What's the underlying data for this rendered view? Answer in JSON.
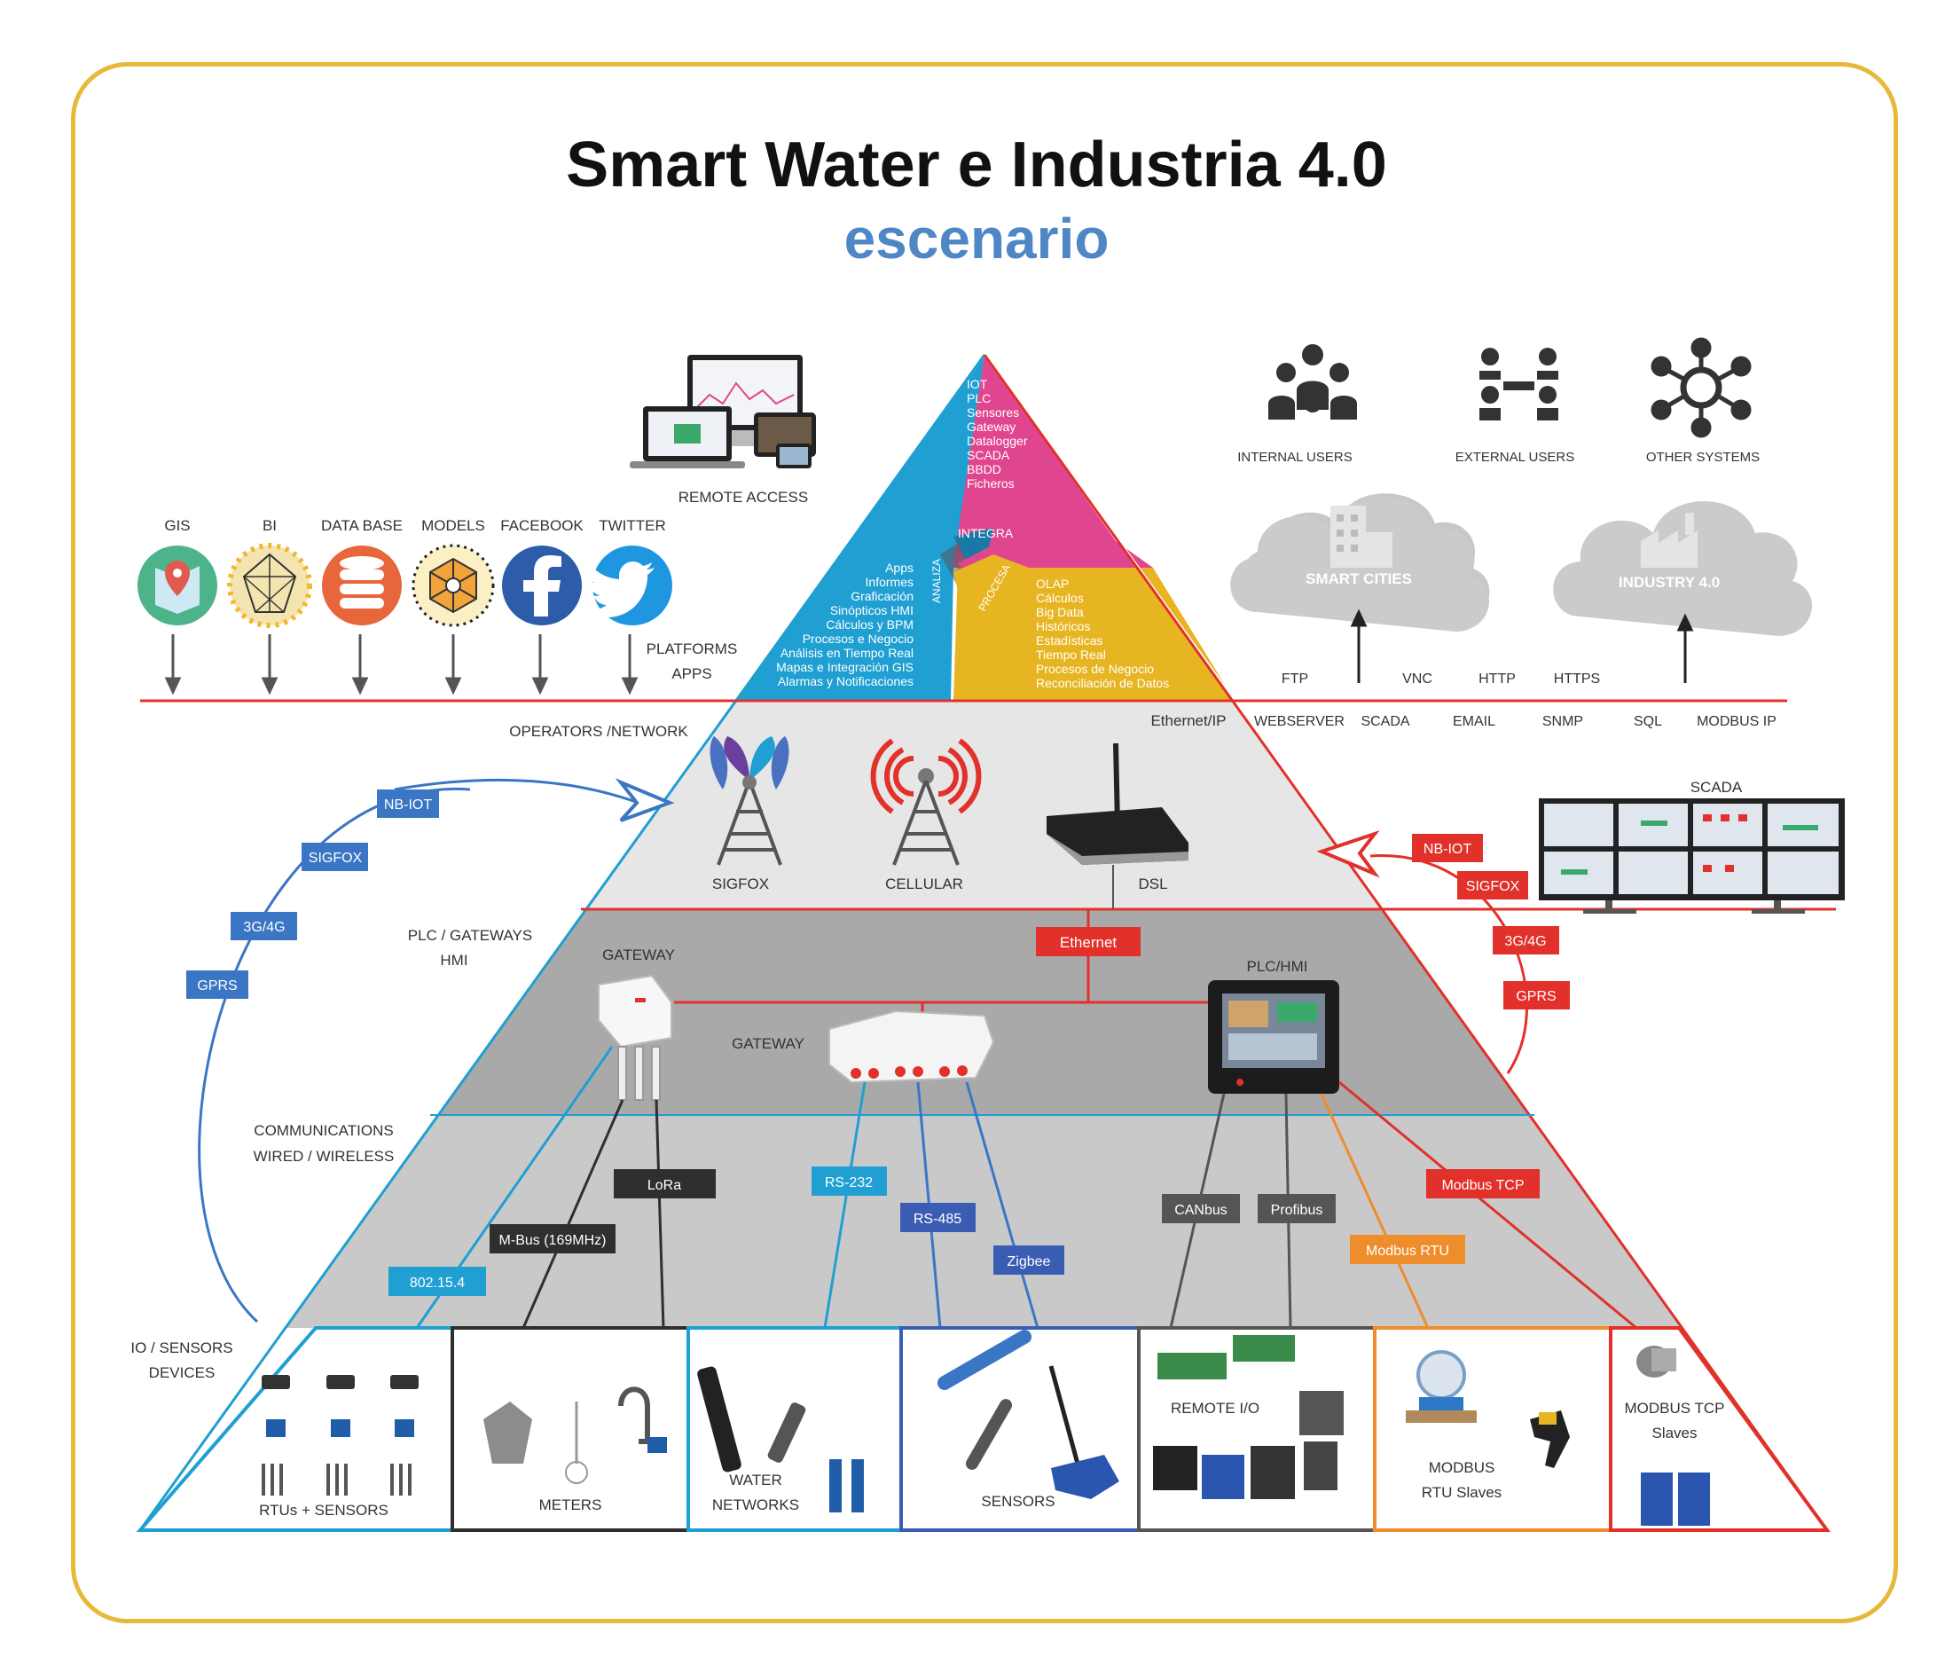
{
  "header": {
    "title": "Smart Water e Industria 4.0",
    "subtitle": "escenario"
  },
  "colors": {
    "frame": "#e7b93a",
    "cyan": "#1f9fd2",
    "magenta": "#e0468f",
    "yellow": "#e7b521",
    "red": "#e1312a",
    "blue": "#3a76c4",
    "dark": "#2f2f2f",
    "orange": "#ee8d2b"
  },
  "top": {
    "remote_access": "REMOTE ACCESS",
    "platforms": [
      "GIS",
      "BI",
      "DATA BASE",
      "MODELS",
      "FACEBOOK",
      "TWITTER"
    ],
    "platforms_apps_1": "PLATFORMS",
    "platforms_apps_2": "APPS",
    "users": [
      "INTERNAL USERS",
      "EXTERNAL USERS",
      "OTHER SYSTEMS"
    ],
    "clouds": [
      "SMART CITIES",
      "INDUSTRY 4.0"
    ],
    "protocols_top": [
      "FTP",
      "VNC",
      "HTTP",
      "HTTPS"
    ],
    "protocols_bottom": [
      "WEBSERVER",
      "SCADA",
      "EMAIL",
      "SNMP",
      "SQL",
      "MODBUS IP"
    ]
  },
  "pyramid": {
    "magenta_items": [
      "IOT",
      "PLC",
      "Sensores",
      "Gateway",
      "Datalogger",
      "SCADA",
      "BBDD",
      "Ficheros"
    ],
    "integra": "INTEGRA",
    "analiza": "ANALIZA",
    "procesa": "PROCESA",
    "cyan_items": [
      "Apps",
      "Informes",
      "Graficación",
      "Sinópticos HMI",
      "Cálculos y BPM",
      "Procesos e Negocio",
      "Análisis en Tiempo Real",
      "Mapas e Integración GIS",
      "Alarmas y Notificaciones"
    ],
    "yellow_items": [
      "OLAP",
      "Cálculos",
      "Big Data",
      "Históricos",
      "Estadísticas",
      "Tiempo Real",
      "Procesos de Negocio",
      "Reconciliación de Datos"
    ]
  },
  "network": {
    "label": "OPERATORS /NETWORK",
    "ethernet_ip": "Ethernet/IP",
    "towers": [
      "SIGFOX",
      "CELLULAR",
      "DSL"
    ],
    "left_links": [
      "NB-IOT",
      "SIGFOX",
      "3G/4G",
      "GPRS"
    ],
    "right_links": [
      "NB-IOT",
      "SIGFOX",
      "3G/4G",
      "GPRS"
    ],
    "scada": "SCADA"
  },
  "plc": {
    "label_1": "PLC / GATEWAYS",
    "label_2": "HMI",
    "ethernet": "Ethernet",
    "gateway_1": "GATEWAY",
    "gateway_2": "GATEWAY",
    "plc_hmi": "PLC/HMI"
  },
  "comms": {
    "label_1": "COMMUNICATIONS",
    "label_2": "WIRED / WIRELESS",
    "links": [
      "LoRa",
      "M-Bus (169MHz)",
      "802.15.4",
      "RS-232",
      "RS-485",
      "Zigbee",
      "CANbus",
      "Profibus",
      "Modbus RTU",
      "Modbus TCP"
    ]
  },
  "devices": {
    "label_1": "IO / SENSORS",
    "label_2": "DEVICES",
    "boxes": [
      "RTUs + SENSORS",
      "METERS",
      "WATER",
      "NETWORKS",
      "SENSORS",
      "REMOTE I/O",
      "MODBUS",
      "RTU Slaves",
      "MODBUS TCP",
      "Slaves"
    ]
  }
}
